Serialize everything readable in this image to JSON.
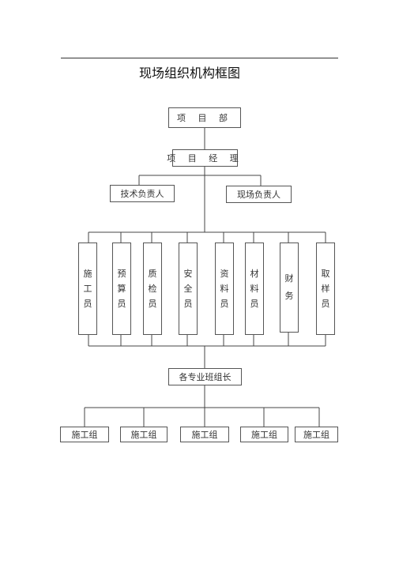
{
  "title": "现场组织机构框图",
  "nodes": {
    "project_dept": "项 目 部",
    "project_manager": "项 目 经 理",
    "tech_lead": "技术负责人",
    "site_lead": "现场负责人",
    "team_leaders": "各专业班组长"
  },
  "staff": [
    {
      "chars": [
        "施",
        "工",
        "员"
      ]
    },
    {
      "chars": [
        "预",
        "算",
        "员"
      ]
    },
    {
      "chars": [
        "质",
        "检",
        "员"
      ]
    },
    {
      "chars": [
        "安",
        "全",
        "员"
      ]
    },
    {
      "chars": [
        "资",
        "料",
        "员"
      ]
    },
    {
      "chars": [
        "材",
        "料",
        "员"
      ]
    },
    {
      "chars": [
        "财",
        "务"
      ]
    },
    {
      "chars": [
        "取",
        "样",
        "员"
      ]
    }
  ],
  "groups": [
    "施工组",
    "施工组",
    "施工组",
    "施工组",
    "施工组"
  ]
}
